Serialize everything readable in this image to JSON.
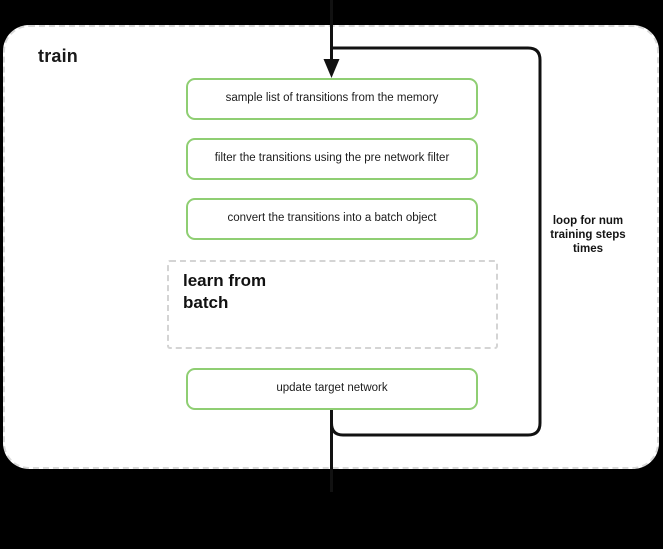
{
  "diagram": {
    "type": "flowchart",
    "background_color": "#000000",
    "container": {
      "title": "train",
      "border_style": "dashed",
      "border_color": "#d9d9d9",
      "fill_color": "#ffffff"
    },
    "accent_color": "#8fce73",
    "line_color": "#111111",
    "steps": [
      {
        "id": "step-1",
        "label": "sample list of transitions from the memory",
        "style": "green-rounded"
      },
      {
        "id": "step-2",
        "label": "filter the transitions using the pre network filter",
        "style": "green-rounded"
      },
      {
        "id": "step-3",
        "label": "convert the transitions into a batch object",
        "style": "green-rounded"
      },
      {
        "id": "step-4",
        "label": "update target network",
        "style": "green-rounded"
      }
    ],
    "subblock": {
      "id": "learn-from-batch",
      "title": "learn from batch",
      "title_line_1": "learn from",
      "title_line_2": "batch",
      "border_style": "dashed",
      "border_color": "#d4d4d4"
    },
    "loop": {
      "caption": "loop for num training steps times",
      "caption_line_1": "loop for num",
      "caption_line_2": "training steps",
      "caption_line_3": "times"
    },
    "connectors": {
      "inbound_arrow": "arrow-down-into-step-1",
      "outbound_line": "line-down-from-step-4",
      "loop_path": "loop-right-from-bottom-to-top"
    }
  }
}
